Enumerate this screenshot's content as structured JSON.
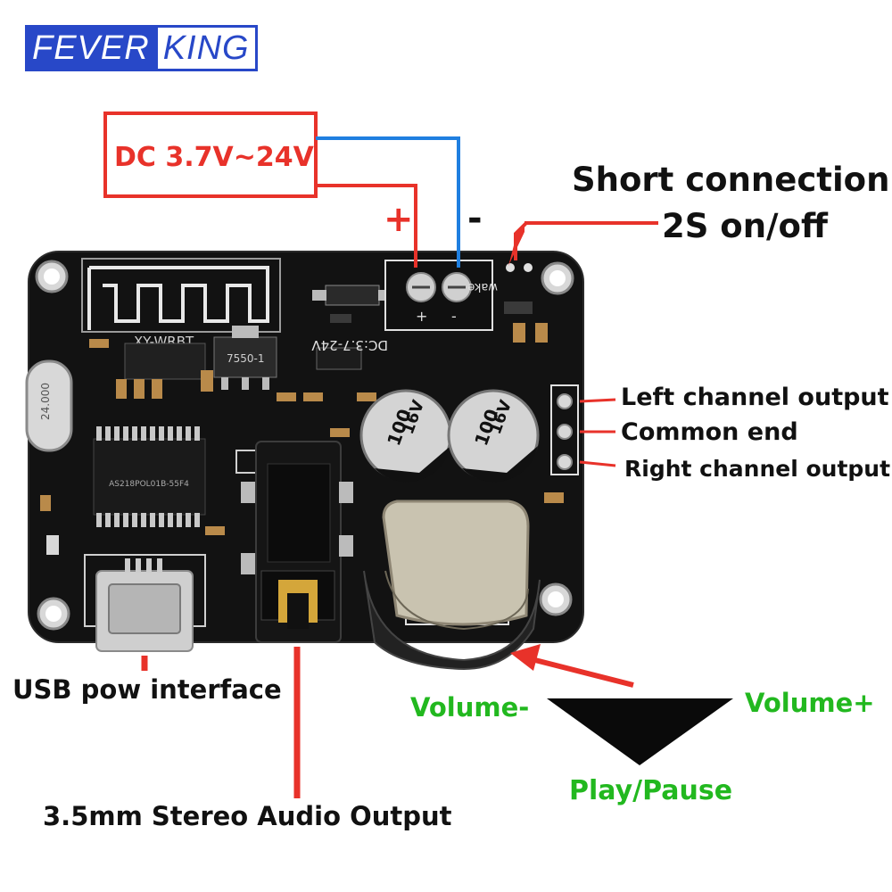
{
  "brand": {
    "part1": "FEVER",
    "part2": "KING"
  },
  "power": {
    "label": "DC 3.7V~24V",
    "plus": "+",
    "minus": "-"
  },
  "wake": {
    "line1": "Short connection",
    "line2": "2S on/off"
  },
  "outputs": {
    "left": "Left channel output",
    "common": "Common end",
    "right": "Right channel output"
  },
  "usb": {
    "label": "USB pow interface"
  },
  "audio": {
    "label": "3.5mm Stereo Audio Output"
  },
  "volume": {
    "minus": "Volume-",
    "plus": "Volume+",
    "play": "Play/Pause"
  },
  "board": {
    "module_name": "XY-WRBT",
    "regulator": "7550-1",
    "dc_silk": "DC:3.7-24V",
    "wake_silk": "wake",
    "cap_value": "100",
    "cap_voltage": "16V",
    "crystal": "24.000",
    "chip": "AS218POL01B-55F4",
    "terminal_plus": "+",
    "terminal_minus": "-"
  },
  "colors": {
    "red": "#e8322a",
    "blue": "#1f7fe0",
    "green": "#22b81f",
    "pcb": "#121212"
  }
}
